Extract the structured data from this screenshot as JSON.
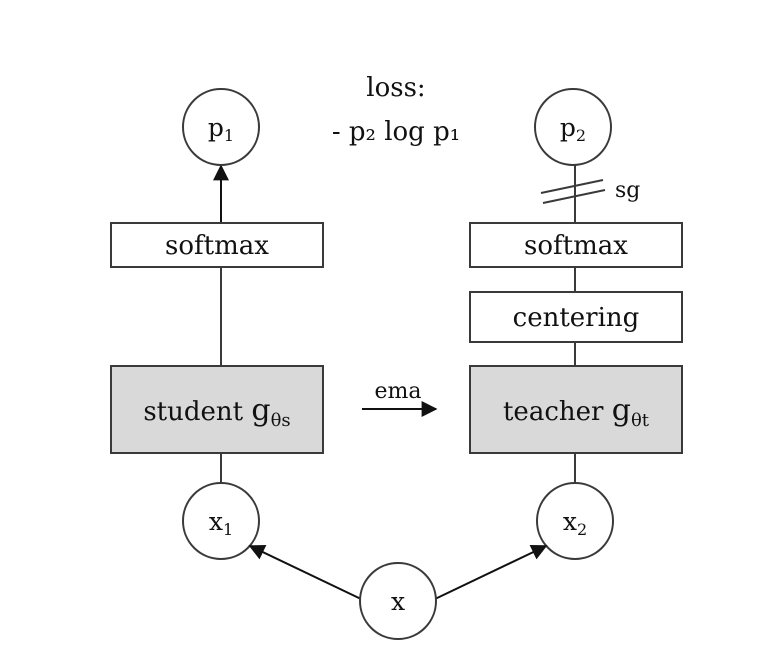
{
  "loss": {
    "title": "loss:",
    "formula": "- p₂ log p₁"
  },
  "student": {
    "output": {
      "base": "p",
      "sub": "1"
    },
    "softmax": "softmax",
    "network": {
      "label": "student ",
      "fn": "g",
      "sub": "θs"
    },
    "input": {
      "base": "x",
      "sub": "1"
    }
  },
  "teacher": {
    "output": {
      "base": "p",
      "sub": "2"
    },
    "stop_grad": "sg",
    "softmax": "softmax",
    "centering": "centering",
    "network": {
      "label": "teacher ",
      "fn": "g",
      "sub": "θt"
    },
    "input": {
      "base": "x",
      "sub": "2"
    }
  },
  "ema_label": "ema",
  "source": {
    "label": "x"
  },
  "colors": {
    "network_fill": "#d9d9d9",
    "box_fill": "#ffffff",
    "stroke": "#3a3a3a",
    "arrow": "#111111"
  }
}
